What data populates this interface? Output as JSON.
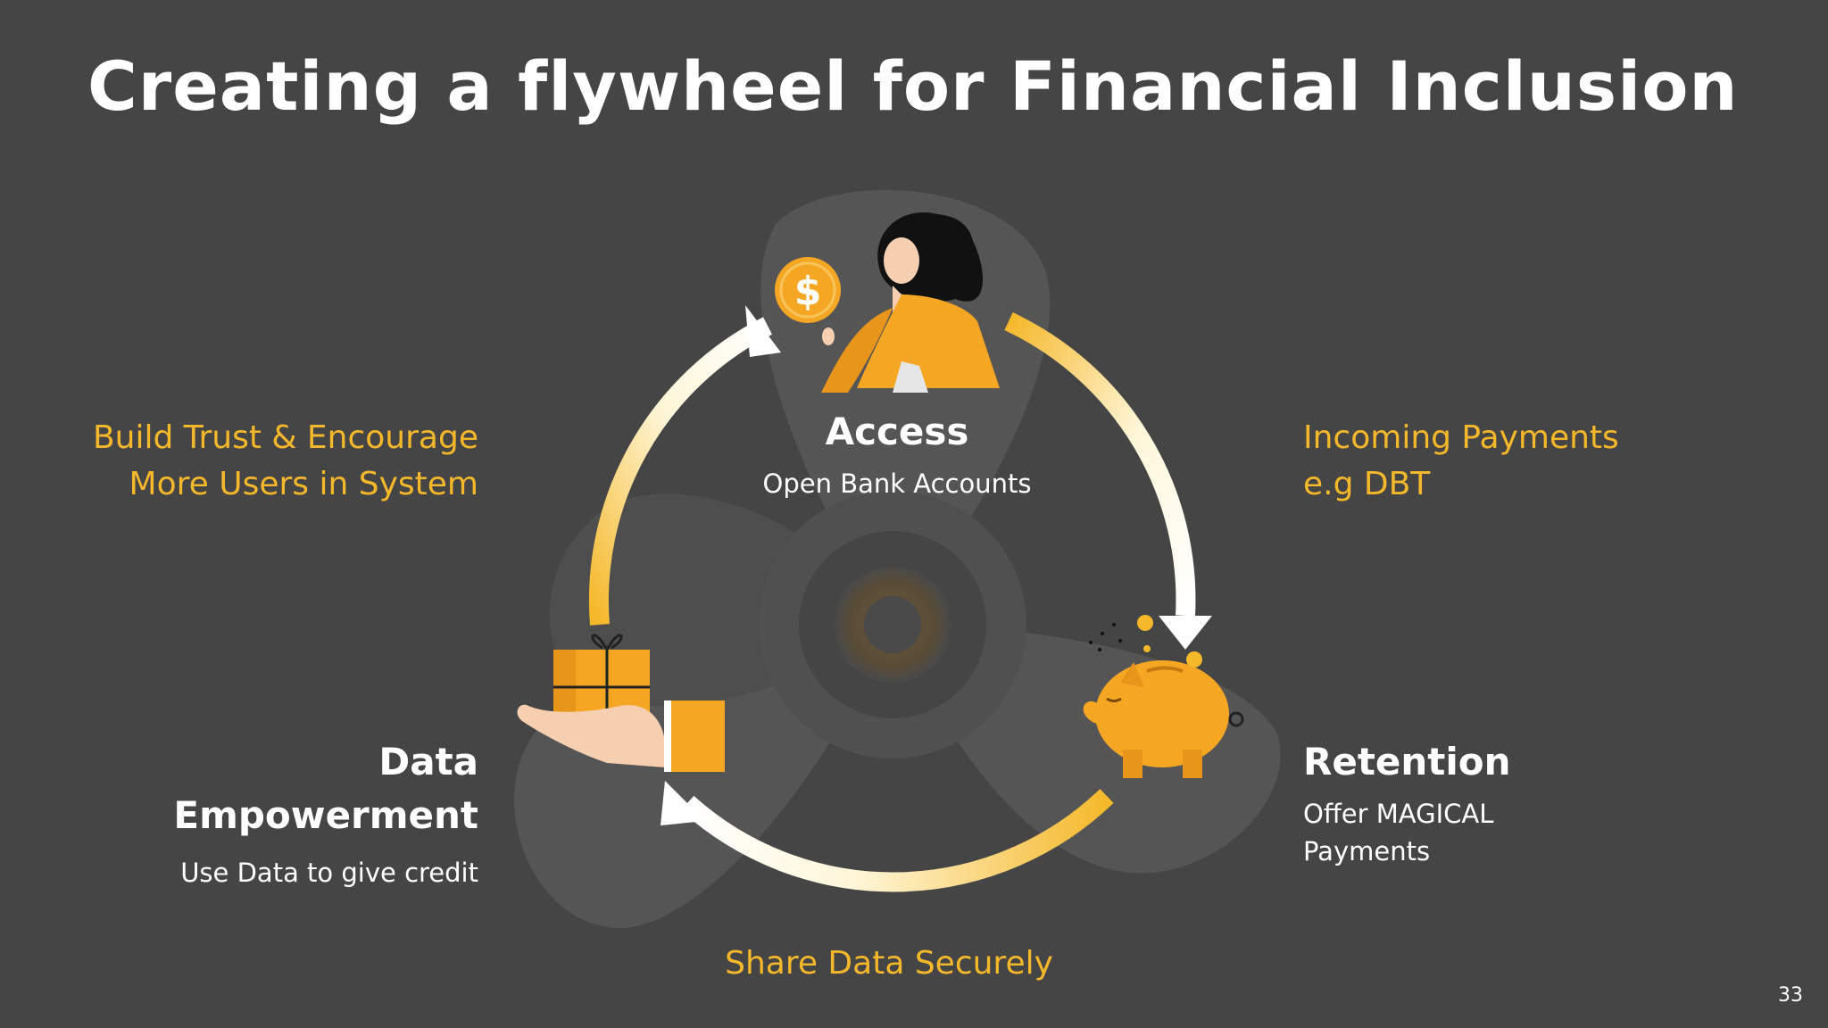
{
  "title": "Creating a flywheel for Financial Inclusion",
  "nodes": {
    "access": {
      "heading": "Access",
      "sub": "Open Bank Accounts"
    },
    "retention": {
      "heading": "Retention",
      "sub_line1": "Offer MAGICAL",
      "sub_line2": "Payments"
    },
    "data": {
      "heading_line1": "Data",
      "heading_line2": "Empowerment",
      "sub": "Use Data to give credit"
    }
  },
  "transitions": {
    "incoming": {
      "line1": "Incoming Payments",
      "line2": "e.g DBT"
    },
    "share": {
      "line1": "Share Data Securely"
    },
    "trust": {
      "line1": "Build Trust & Encourage",
      "line2": "More Users in System"
    }
  },
  "dollar_symbol": "$",
  "page_number": "33",
  "icons": [
    "woman-with-coin-icon",
    "piggy-bank-icon",
    "hand-with-gift-icon",
    "propeller-background",
    "cycle-arrow-icon"
  ],
  "colors": {
    "background": "#454545",
    "accent": "#f5b82a",
    "orange": "#e8a020",
    "text": "#ffffff"
  }
}
